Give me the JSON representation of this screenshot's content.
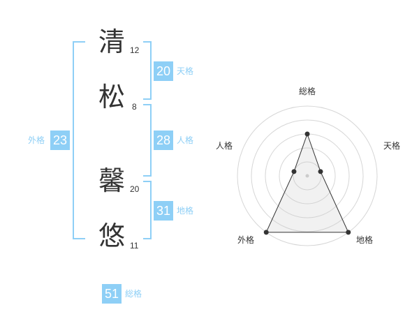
{
  "colors": {
    "accent": "#8ecff6",
    "text": "#333333"
  },
  "name_chars": [
    {
      "char": "清",
      "strokes": "12"
    },
    {
      "char": "松",
      "strokes": "8"
    },
    {
      "char": "馨",
      "strokes": "20"
    },
    {
      "char": "悠",
      "strokes": "11"
    }
  ],
  "fortunes": {
    "tenkaku": {
      "value": "20",
      "label": "天格"
    },
    "jinkaku": {
      "value": "28",
      "label": "人格"
    },
    "chikaku": {
      "value": "31",
      "label": "地格"
    },
    "gaikaku": {
      "value": "23",
      "label": "外格"
    },
    "soukaku": {
      "value": "51",
      "label": "総格"
    }
  },
  "radar": {
    "axes": [
      "総格",
      "天格",
      "地格",
      "外格",
      "人格"
    ],
    "levels": 5,
    "values": [
      3,
      1,
      5,
      5,
      1
    ]
  }
}
